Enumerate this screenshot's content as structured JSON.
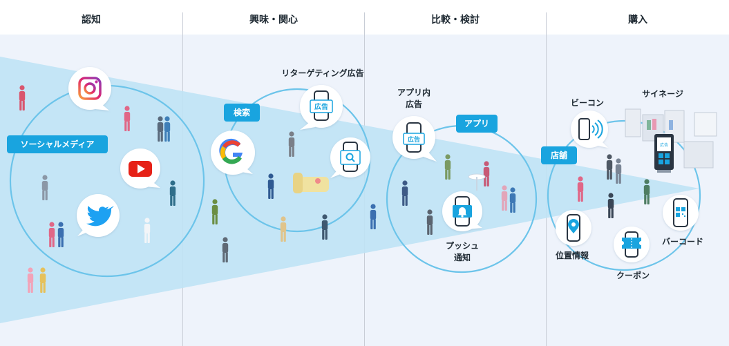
{
  "stages": [
    "認知",
    "興味・関心",
    "比較・検討",
    "購入"
  ],
  "tags": {
    "social_media": "ソーシャルメディア",
    "search": "検索",
    "app": "アプリ",
    "store": "店舗"
  },
  "captions": {
    "retargeting_ad": "リターゲティング広告",
    "in_app_ad_line1": "アプリ内",
    "in_app_ad_line2": "広告",
    "push_line1": "プッシュ",
    "push_line2": "通知",
    "beacon": "ビーコン",
    "signage": "サイネージ",
    "location_info": "位置情報",
    "coupon": "クーポン",
    "barcode": "バーコード"
  },
  "ad_label": "広告",
  "icons": [
    "instagram-icon",
    "youtube-icon",
    "twitter-icon",
    "google-icon",
    "search-icon",
    "smartphone-ad-icon",
    "bell-icon",
    "beacon-icon",
    "location-pin-icon",
    "coupon-icon",
    "qr-code-icon",
    "signage-icon"
  ],
  "colors": {
    "accent": "#19a4df",
    "circle_stroke": "#6cc4ea",
    "funnel": "#bfe3f5",
    "column_bg": "#eef3fb",
    "divider": "#c8cdd6",
    "instagram": "#d6297a",
    "youtube": "#e62117",
    "twitter": "#1da1f2"
  }
}
